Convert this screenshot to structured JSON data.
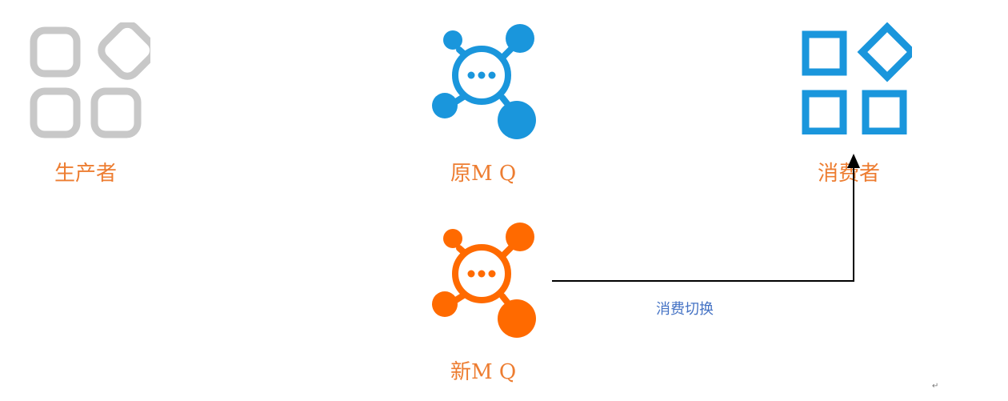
{
  "nodes": {
    "producer": {
      "label": "生产者",
      "icon": "apps-grid-icon",
      "icon_color": "#c8c8c8"
    },
    "old_mq": {
      "label": "原M Q",
      "icon": "message-queue-hub-icon",
      "icon_color": "#1a96dc"
    },
    "consumer": {
      "label": "消费者",
      "icon": "apps-grid-icon",
      "icon_color": "#1a96dc"
    },
    "new_mq": {
      "label": "新M Q",
      "icon": "message-queue-hub-icon",
      "icon_color": "#ff6a00"
    }
  },
  "edges": [
    {
      "from": "new_mq",
      "to": "consumer",
      "label": "消费切换",
      "color": "#000000"
    }
  ],
  "colors": {
    "node_label": "#ed7d31",
    "edge_label": "#4472c4"
  },
  "paragraph_mark": "↵"
}
